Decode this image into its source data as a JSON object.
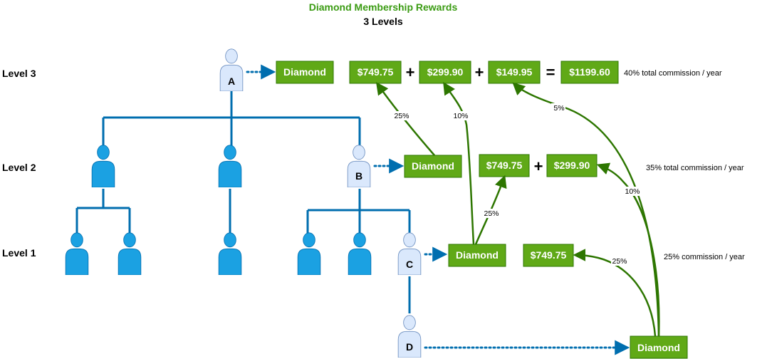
{
  "title": "Diamond Membership Rewards",
  "subtitle": "3 Levels",
  "colors": {
    "title": "#3a9b12",
    "box_fill": "#60a917",
    "box_stroke": "#2d7600",
    "arrow_green": "#2d7600",
    "blue": "#1ba1e2",
    "blue_dark": "#006eaf",
    "highlight_fill": "#dae8fc",
    "highlight_stroke": "#6c8ebf"
  },
  "levels": [
    "Level 3",
    "Level 2",
    "Level 1"
  ],
  "persons": {
    "A": "A",
    "B": "B",
    "C": "C",
    "D": "D"
  },
  "boxes": {
    "a_diamond": "Diamond",
    "b_diamond": "Diamond",
    "c_diamond": "Diamond",
    "d_diamond": "Diamond",
    "l3_v1": "$749.75",
    "l3_v2": "$299.90",
    "l3_v3": "$149.95",
    "l3_total": "$1199.60",
    "l2_v1": "$749.75",
    "l2_v2": "$299.90",
    "l1_v1": "$749.75"
  },
  "operators": {
    "plus": "+",
    "equals": "="
  },
  "notes": {
    "level3": "40% total commission / year",
    "level2": "35% total commission / year",
    "level1": "25% commission / year"
  },
  "percents": {
    "b_to_l3v1": "25%",
    "c_to_l3v2": "10%",
    "d_to_l3v3": "5%",
    "c_to_l2v1": "25%",
    "d_to_l2v2": "10%",
    "d_to_l1v1": "25%"
  }
}
